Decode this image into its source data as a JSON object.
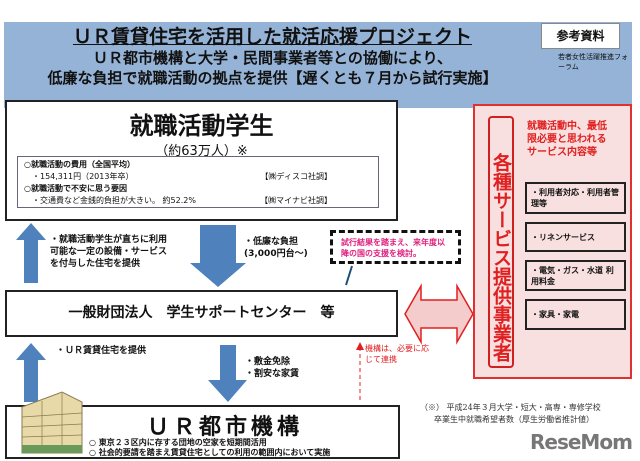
{
  "header": {
    "title": "ＵＲ賃貸住宅を活用した就活応援プロジェクト",
    "subtitle1": "ＵＲ都市機構と大学・民間事業者等との協働により、",
    "subtitle2": "低廉な負担で就職活動の拠点を提供【遅くとも７月から試行実施】",
    "ref_label": "参考資料",
    "forum": "若者女性活躍推進フォーラム"
  },
  "students": {
    "title": "就職活動学生",
    "count": "（約63万人）※",
    "cost_heading": "○就職活動の費用（全国平均）",
    "cost_value": "・154,311円（2013年卒）",
    "cost_source": "【㈱ディスコ社調】",
    "worry_heading": "○就職活動で不安に思う要因",
    "worry_value": "・交通費など金銭的負担が大きい。 約52.2%",
    "worry_source": "【㈱マイナビ社調】"
  },
  "arrows": {
    "up1": "・就職活動学生が直ちに利用可能な一定の設備・サービスを付与した住宅を提供",
    "down1_a": "・低廉な負担",
    "down1_b": "(3,000円台～)",
    "up2": "・ＵＲ賃貸住宅を提供",
    "down2_a": "・敷金免除",
    "down2_b": "・割安な家賃",
    "red_note": "機構は、必要に応じて連携"
  },
  "dashed_note": "試行結果を踏まえ、来年度以降の国の支援を検討。",
  "support_center": "一般財団法人　学生サポートセンター　等",
  "providers": {
    "title": "各種サービス提供事業者",
    "heading": "就職活動中、最低限必要と思われるサービス内容等",
    "services": [
      "・利用者対応・利用者管理等",
      "・リネンサービス",
      "・電気・ガス・水道 利用料金",
      "・家具・家電"
    ]
  },
  "ur": {
    "title": "ＵＲ都市機構",
    "line1": "○ 東京２３区内に存する団地の空家を短期間活用",
    "line2": "○ 社会的要請を踏まえ賃貸住宅としての利用の範囲内において実施"
  },
  "footnote": {
    "line1": "（※） 平成24年３月大学・短大・高専・専修学校",
    "line2": "卒業生中就職希望者数（厚生労働省推計値）"
  },
  "logo": "ReseMom"
}
